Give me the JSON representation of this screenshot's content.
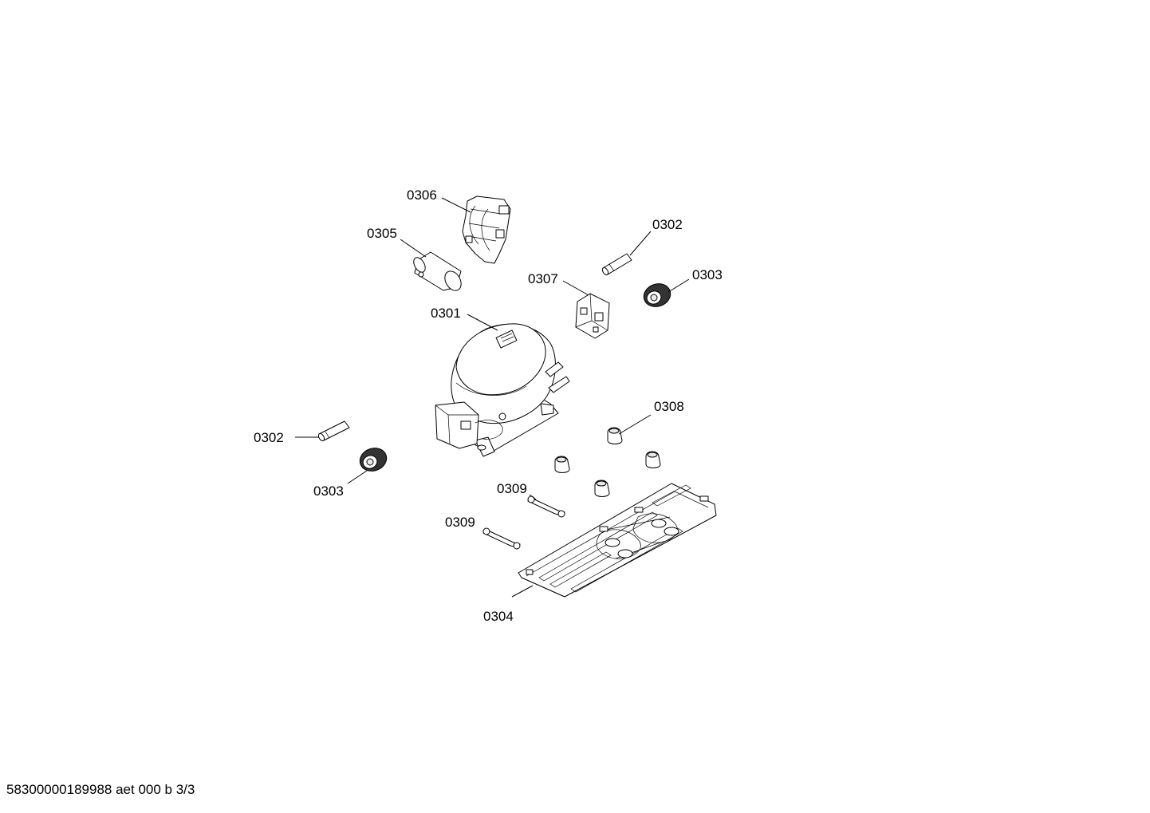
{
  "callouts": {
    "c0306": "0306",
    "c0305": "0305",
    "c0302_top": "0302",
    "c0307": "0307",
    "c0303_top": "0303",
    "c0301": "0301",
    "c0308": "0308",
    "c0302_left": "0302",
    "c0303_left": "0303",
    "c0309_upper": "0309",
    "c0309_lower": "0309",
    "c0304": "0304"
  },
  "footer": {
    "doc_id": "58300000189988 aet 000 b 3/3"
  }
}
